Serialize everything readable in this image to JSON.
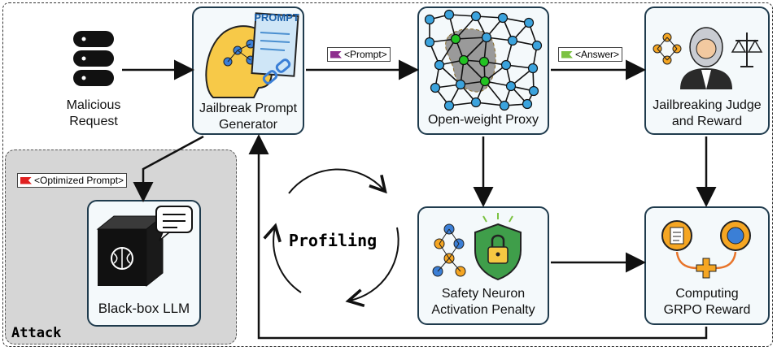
{
  "nodes": {
    "malicious_request": {
      "line1": "Malicious",
      "line2": "Request"
    },
    "generator": {
      "line1": "Jailbreak Prompt",
      "line2": "Generator",
      "prompt_sign": "PROMPT"
    },
    "proxy": {
      "label": "Open-weight Proxy"
    },
    "judge": {
      "line1": "Jailbreaking Judge",
      "line2": "and Reward"
    },
    "safety": {
      "line1": "Safety Neuron",
      "line2": "Activation Penalty"
    },
    "grpo": {
      "line1": "Computing",
      "line2": "GRPO Reward"
    },
    "blackbox": {
      "label": "Black-box LLM"
    }
  },
  "tags": {
    "prompt": "<Prompt>",
    "answer": "<Answer>",
    "optimized": "<Optimized Prompt>"
  },
  "cycle_label": "Profiling",
  "attack_label": "Attack",
  "colors": {
    "prompt_tag": "#8e2c8e",
    "answer_tag": "#7cc242",
    "optimized_tag": "#e02020",
    "card_border": "#1f3b4d",
    "card_fill": "#f4f9fb",
    "attack_zone": "#d6d6d6"
  }
}
